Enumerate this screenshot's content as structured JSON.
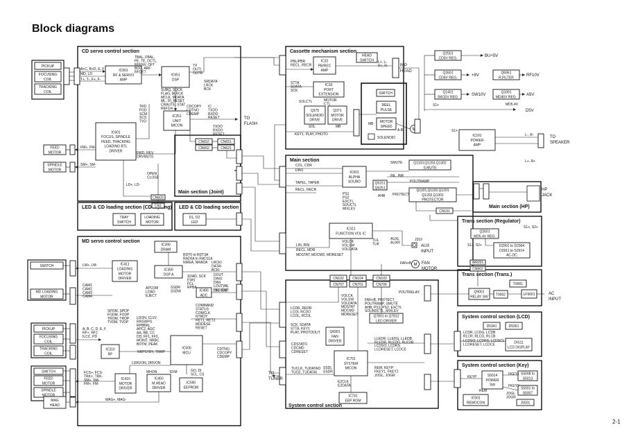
{
  "title": "Block diagrams",
  "page_number": "2-1",
  "sections": [
    {
      "id": "cd-servo",
      "title": "CD servo control section"
    },
    {
      "id": "cassette",
      "title": "Cassette mechanism section"
    },
    {
      "id": "main-joint",
      "title": "Main section (Joint)"
    },
    {
      "id": "main",
      "title": "Main section"
    },
    {
      "id": "main-hp",
      "title": "Main section (HP)"
    },
    {
      "id": "led-cd-loading",
      "title": "LED & CD loading section (CD loading)"
    },
    {
      "id": "led-cd",
      "title": "LED & CD loading section"
    },
    {
      "id": "md-servo",
      "title": "MD servo control section"
    },
    {
      "id": "trans-reg",
      "title": "Trans section (Regulator)"
    },
    {
      "id": "trans-trans",
      "title": "Trans section (Trans.)"
    },
    {
      "id": "sys-lcd",
      "title": "System control section (LCD)"
    },
    {
      "id": "sys-key",
      "title": "System control section (Key)"
    },
    {
      "id": "sys-ctrl",
      "title": "System control section"
    }
  ],
  "blocks": [
    {
      "id": "pickup1",
      "lines": [
        "PICKUP"
      ]
    },
    {
      "id": "focus1",
      "lines": [
        "FOCUSING",
        "COIL"
      ]
    },
    {
      "id": "track1",
      "lines": [
        "TRACKING",
        "COIL"
      ]
    },
    {
      "id": "ic601rf",
      "lines": [
        "IC601",
        "RF & SERVO",
        "AMP"
      ]
    },
    {
      "id": "ic651",
      "lines": [
        "IC651",
        "DSP"
      ]
    },
    {
      "id": "ic251",
      "lines": [
        "IC251",
        "UNIT",
        "MICON"
      ]
    },
    {
      "id": "ic601fo",
      "lines": [
        "IC601",
        "FOCUS, SPINDLE",
        "FEED, TRACKING",
        "LOADING BTL",
        "DRIVER"
      ]
    },
    {
      "id": "feed1",
      "lines": [
        "FEED",
        "MOTOR"
      ]
    },
    {
      "id": "spindle1",
      "lines": [
        "SPINDLE",
        "MOTOR"
      ]
    },
    {
      "id": "tray",
      "lines": [
        "TRAY",
        "SWITCH"
      ]
    },
    {
      "id": "loadmot",
      "lines": [
        "LOADING",
        "MOTOR"
      ]
    },
    {
      "id": "led",
      "lines": [
        "D1, D2",
        "LED"
      ]
    },
    {
      "id": "ic390",
      "lines": [
        "IC390",
        "DRAM"
      ]
    },
    {
      "id": "ic350",
      "lines": [
        "IC350",
        "DSP A"
      ]
    },
    {
      "id": "ic411",
      "lines": [
        "IC411",
        "LOADING",
        "MOTOR",
        "DRIVER"
      ]
    },
    {
      "id": "ic490",
      "lines": [
        "IC490",
        "ADC"
      ]
    },
    {
      "id": "ic310",
      "lines": [
        "IC310",
        "RF"
      ]
    },
    {
      "id": "ic500",
      "lines": [
        "IC500",
        "MCU"
      ]
    },
    {
      "id": "ic410",
      "lines": [
        "IC410",
        "MOTOR",
        "DRIVER"
      ]
    },
    {
      "id": "ic450",
      "lines": [
        "IC450",
        "M.HEAD",
        "DRIVER"
      ]
    },
    {
      "id": "ic590",
      "lines": [
        "IC590",
        "EEPROM"
      ]
    },
    {
      "id": "switch-md",
      "lines": [
        "SWITCH"
      ]
    },
    {
      "id": "mdload",
      "lines": [
        "MD LOADING",
        "MOTOR"
      ]
    },
    {
      "id": "pickup2",
      "lines": [
        "PICKUP"
      ]
    },
    {
      "id": "focus2",
      "lines": [
        "FOCUSING",
        "COIL"
      ]
    },
    {
      "id": "track2",
      "lines": [
        "TRACKING",
        "COIL"
      ]
    },
    {
      "id": "switch2",
      "lines": [
        "SWITCH"
      ]
    },
    {
      "id": "feed2",
      "lines": [
        "FEED",
        "MOTOR"
      ]
    },
    {
      "id": "spindle2",
      "lines": [
        "SPINDLE",
        "MOTOR"
      ]
    },
    {
      "id": "maghead",
      "lines": [
        "MAG",
        "HEAD"
      ]
    },
    {
      "id": "headsw",
      "lines": [
        "HEAD",
        "SWITCH"
      ]
    },
    {
      "id": "ic32",
      "lines": [
        "IC32",
        "PB/REC",
        "AMP"
      ]
    },
    {
      "id": "ic33",
      "lines": [
        "IC33",
        "PORT",
        "EXTENSION"
      ]
    },
    {
      "id": "q375",
      "lines": [
        "Q375",
        "SOLENOID",
        "DRIVE"
      ]
    },
    {
      "id": "q371",
      "lines": [
        "Q371",
        "MOTOR",
        "DRIVE"
      ]
    },
    {
      "id": "switch3",
      "lines": [
        "SWITCH"
      ]
    },
    {
      "id": "reel",
      "lines": [
        "REEL",
        "PULSE"
      ]
    },
    {
      "id": "motspeed",
      "lines": [
        "MOTOR",
        "SPEED"
      ]
    },
    {
      "id": "q2501",
      "lines": [
        "Q2501",
        "CD5V REG."
      ]
    },
    {
      "id": "q2601",
      "lines": [
        "Q2601",
        "CD6V REG."
      ]
    },
    {
      "id": "q1401",
      "lines": [
        "Q1401",
        "SW10V REG."
      ]
    },
    {
      "id": "q6951",
      "lines": [
        "Q6951",
        "R.FILTER"
      ]
    },
    {
      "id": "q3391",
      "lines": [
        "Q3391",
        "MD45V REG."
      ]
    },
    {
      "id": "ic101",
      "lines": [
        "IC101",
        "POWER",
        "AMP"
      ]
    },
    {
      "id": "ic601a",
      "lines": [
        "IC601",
        "ALPHA",
        "SOUND"
      ]
    },
    {
      "id": "smute",
      "lines": [
        "Q1103,Q1203,Q1302",
        "S.MUTE"
      ]
    },
    {
      "id": "protector",
      "lines": [
        "Q1101,Q1102,Q1201",
        "Q1202,Q1301",
        "PROTECTOR"
      ]
    },
    {
      "id": "q6151",
      "lines": [
        "Q6151",
        "Q6251"
      ]
    },
    {
      "id": "ic311",
      "lines": [
        "IC311",
        "FUNCTION VOL IC"
      ]
    },
    {
      "id": "q2601r",
      "lines": [
        "Q2601",
        "MD5.4V REG."
      ]
    },
    {
      "id": "d2901",
      "lines": [
        "D2901 to D2904",
        "D2911 to S2914",
        "AC-DC"
      ]
    },
    {
      "id": "t9001",
      "lines": [
        "T9001"
      ]
    },
    {
      "id": "q9001",
      "lines": [
        "Q9001",
        "RELAY SW"
      ]
    },
    {
      "id": "t9002",
      "lines": [
        "T9002"
      ]
    },
    {
      "id": "lf9001",
      "lines": [
        "LF9001"
      ]
    },
    {
      "id": "q6901",
      "lines": [
        "Q6901",
        "FAN",
        "DRIVER"
      ]
    },
    {
      "id": "q7801",
      "lines": [
        "Q7801 to Q7812",
        "LED DRIVER"
      ]
    },
    {
      "id": "ic701",
      "lines": [
        "IC701",
        "SYSTEM",
        "MICON"
      ]
    },
    {
      "id": "ic741",
      "lines": [
        "IC741",
        "EEP ROM"
      ]
    },
    {
      "id": "d5341",
      "lines": [
        "D5341"
      ]
    },
    {
      "id": "d5351",
      "lines": [
        "D5351"
      ]
    },
    {
      "id": "dis11",
      "lines": [
        "DIS11",
        "LCD DISPLAY"
      ]
    },
    {
      "id": "s5014",
      "lines": [
        "S5014",
        "POWER",
        "SW"
      ]
    },
    {
      "id": "s5008",
      "lines": [
        "S5008 to",
        "S5013"
      ]
    },
    {
      "id": "s5001",
      "lines": [
        "S5001 to",
        "S5007"
      ]
    },
    {
      "id": "ic501",
      "lines": [
        "IC501",
        "REMOCON"
      ]
    },
    {
      "id": "j5501",
      "lines": [
        "J5501"
      ]
    }
  ],
  "connectors": [
    {
      "id": "cn603",
      "label": "CN603"
    },
    {
      "id": "cn652",
      "label": "CN652"
    },
    {
      "id": "cn651",
      "label": "CN651"
    },
    {
      "id": "cn602",
      "label": "CN602"
    },
    {
      "id": "cn621",
      "label": "CN621"
    },
    {
      "id": "cn1",
      "label": "CN1"
    },
    {
      "id": "cn3",
      "label": "CN3"
    },
    {
      "id": "cn102",
      "label": "CN102"
    },
    {
      "id": "cn104",
      "label": "CN104"
    },
    {
      "id": "cn103",
      "label": "CN103"
    },
    {
      "id": "cn707",
      "label": "CN707"
    },
    {
      "id": "cn701",
      "label": "CN701"
    },
    {
      "id": "cn706",
      "label": "CN706"
    },
    {
      "id": "cn902",
      "label": "CN902"
    },
    {
      "id": "cn101",
      "label": "CN101"
    }
  ],
  "labels": {
    "to_flash": "TO FLASH",
    "to_tuner": "TO TUNER",
    "rp_head": "R/P HEAD",
    "solenoid": "SOLENOID",
    "to_speaker": "TO SPEAKER",
    "hp_jack": "HP JACK",
    "aux_input": "AUX INPUT",
    "fan_motor": "FAN MOTOR",
    "ac_input": "AC INPUT",
    "bu5v": "BU+5V",
    "p8v": "+8V",
    "rf10v": "RF10V",
    "sw10v": "SW10V",
    "a5v": "A5V",
    "d5v": "D5V",
    "j319": "J319",
    "wr201": "WR201",
    "m": "M"
  },
  "signals": {
    "cd1": "A+C, B+D, E, F",
    "cd2": "MD, LD",
    "cd3": "T+, T-, F+, F-",
    "cd4": "TBAL, FBAL,\nFE, TE, DCTL,\nRFENV, OFT\nBDO, ARF\nRFDET",
    "cd5": "TX\nOUTL\nOUTR",
    "cd6": "SRDATA\nLRCK\nBCK",
    "cd7": "SUBQ, SQCK\nFLAG, BLKCK\nMCLK, MDATA\nML, DI_RESET\nCRAUTE, STAT\nREF1/4",
    "cd8": "TRD\nFOD\nSCM\nSCS\nTVD",
    "cd9": "CDCOPY\nCDTNO\nCDEMP",
    "cd10": "IC\nTXDO\nRXDO\nRESET",
    "cd11": "TXDO\nRXDO\nRESET",
    "cd12": "FM+, FM-",
    "cd13": "SM+, SM-",
    "cd14": "FWD, REV\nDRVMUTE",
    "cd15": "OPEN\nCLOSE",
    "cd16": "LD+, LD-",
    "md1": "LM+, LM-",
    "md2": "CAM1\nCAM2\nCAM3\nCAM4",
    "md3": "RDT0 to RDT3A\nRAD0A to RAD11A\nNWEA, NRADA",
    "md4": "SDAD, SCK\nEWS\nFCL\nRPBA",
    "md5": "LRCKI\nDATAI\nBCKI",
    "md6": "DOUT\nDINO\nDINI\nLOUTWE\nROUTWE",
    "md7": "APCOM\nLOAD\nEJECT",
    "md8": "SSDR\nSSDW",
    "md9": "LIN, RIN",
    "md10": "SPOM, SPDP\nFODM, FODP\nTROM, TROP\nTVDM, TVDP",
    "md11": "LDON, CLV2\nRRSWPG\nRPBBKL\nAPC2, AGC\nAA, BB, CC\nDD, FF1, FF2,\nMONIT, NRBC\nBOTM, PEAK",
    "md12": "COMMAND\nSTATUS\nCOMCLK\nNTRDY\nRET1, RET3\nMODESE\nRESET",
    "md13": "A, B, C, D, E, F\nRF+, RF2\nILCC, PD",
    "md14": "NRPSTBY, TRMP",
    "md15": "CDTNO\nCDCOPY\nCDEMP",
    "md16": "LDRVON, DRVON",
    "md17": "FCS+, FCS-\nTRK+, TRK-\nSM+, SM-\nFM+, FM-",
    "md18": "MHON",
    "md19": "EFM",
    "md20": "GO, DI\nSCL, CS",
    "md21": "MAG+, MAG-",
    "cs1": "PBL/PBR\nRECL, RECR",
    "cs2": "L+, L-\nR+, R-",
    "cs3": "STTA\nSDATA\nSCK",
    "cs4": "SOLCTL",
    "cs5": "MOTOR\nCTL",
    "cs6": "SOL",
    "cs7": "MB",
    "cs8": "MB",
    "cs9": "A.B",
    "cs10": "KEY1, PLAY, PHOTO",
    "pw1": "S1+",
    "pw2": "MD5.4V",
    "pw3": "S1+",
    "mn1": "COL, CDR",
    "mn2": "DIN1",
    "mn3": "TAPEL, TAPER",
    "mn4": "RECL, RECR",
    "mn5": "SMUTE",
    "mn6": "INL, INR",
    "mn7": "POUTRAMP",
    "mn8": "PROTECT",
    "mn9": "PS1\nPS2\nEXCTL\nSOUCTL\nMIXLEV",
    "mn10": "ANB",
    "mn11": "AHB",
    "mn12": "LIN, RIN",
    "mn13": "RECL, MDR",
    "mn14": "MDSTAT, MDCMD, MDRESET",
    "mn15": "VOLCK\nVOLSW\nVOLDATA",
    "mn16": "TUL\nTUK",
    "mn17": "AUXL\nAUXR",
    "mn18": "FAN+B",
    "mn19": "L-, R-",
    "mn20": "L+, R+",
    "tr1": "S1+, S2+",
    "tr2": "S1+, S2+",
    "sc1": "LCDR, REDR\nLCOL RCDO\nLCOL, RCOL",
    "sc2": "SCK, SDATA\nSTTA, KEY1\nPLAY, PHOTOOUT",
    "sc3": "VOLCK\nVOLSW\nVOLDATA\nMDSTAT\nMDCMD\nMDRESET",
    "sc4": "FAN+B, PROTECT\nPOUTRAMP, SMUTE\nAHB, PS1, PS2, EXCTL\nSOUNDCTL, MIXLEV",
    "sc5": "POUTRELAY",
    "sc6": "LLEDR, LLEDG, LLEDB\nRLEDR, RLEDG, RLEDB",
    "sc7": "CDSTATO\nCDCMD\nCDRESET",
    "sc8": "LCDSO, LCDRS\nLCDRESET, LCDCE",
    "sc9": "REM, KEYP\nFKEY1, FKEY2\nJOGL, JOGR",
    "sc10": "TUCLK, TUDATAO\nTUCE, TUDATAI",
    "sc11": "SSDL\nSSDR",
    "sc12": "E2CLK\nE2DATA",
    "lc1": "LCDR, LCDG, LCDB\nRLCR, RLCG, RLCB",
    "lc2": "LCDSO, LCDRS, LCDSCL\nLCDRESET, LCDCE",
    "ky1": "KEYP",
    "ky2": "FKEY1",
    "ky3": "FKEY2",
    "ky4": "REM",
    "ky5": "JOGL\nJOGR"
  }
}
